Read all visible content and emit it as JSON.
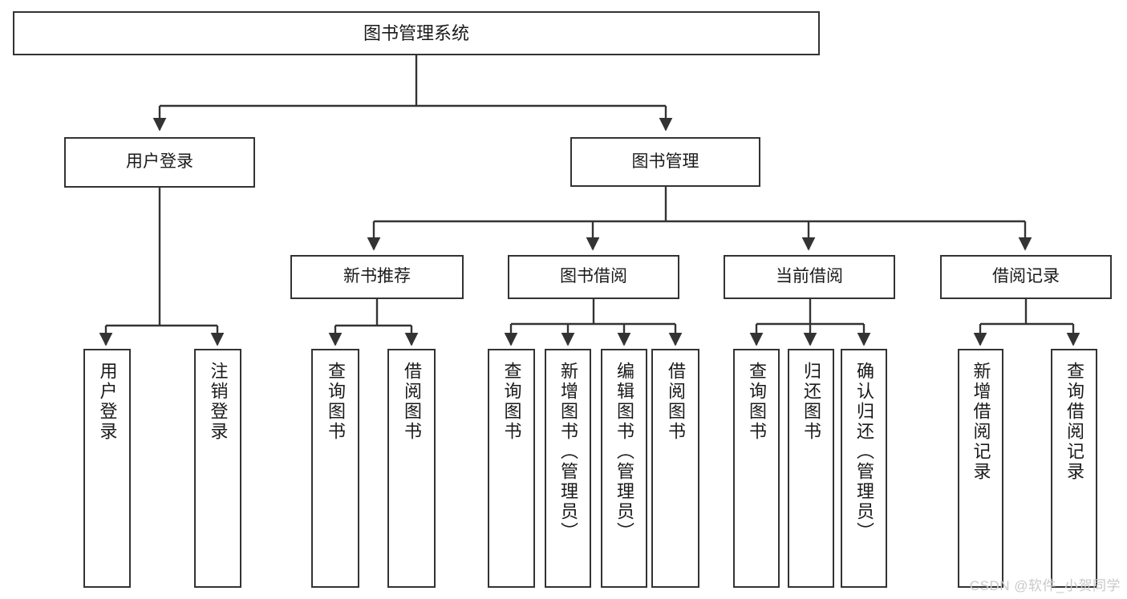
{
  "diagram": {
    "title": "图书管理系统",
    "type": "tree-hierarchy",
    "colors": {
      "background": "#ffffff",
      "node_border": "#333333",
      "node_fill": "#ffffff",
      "connector": "#333333",
      "text": "#1a1a1a",
      "watermark": "#c9c9c9"
    },
    "root": {
      "label": "图书管理系统"
    },
    "level2": [
      {
        "label": "用户登录"
      },
      {
        "label": "图书管理"
      }
    ],
    "level3": [
      {
        "label": "新书推荐"
      },
      {
        "label": "图书借阅"
      },
      {
        "label": "当前借阅"
      },
      {
        "label": "借阅记录"
      }
    ],
    "leaves": {
      "user_login": [
        {
          "label": "用户登录"
        },
        {
          "label": "注销登录"
        }
      ],
      "new_book": [
        {
          "label": "查询图书"
        },
        {
          "label": "借阅图书"
        }
      ],
      "book_borrow": [
        {
          "label": "查询图书"
        },
        {
          "label": "新增图书（管理员）"
        },
        {
          "label": "编辑图书（管理员）"
        },
        {
          "label": "借阅图书"
        }
      ],
      "current_borrow": [
        {
          "label": "查询图书"
        },
        {
          "label": "归还图书"
        },
        {
          "label": "确认归还（管理员）"
        }
      ],
      "borrow_record": [
        {
          "label": "新增借阅记录"
        },
        {
          "label": "查询借阅记录"
        }
      ]
    }
  },
  "watermark": {
    "text": "CSDN @软件_小贺同学"
  }
}
